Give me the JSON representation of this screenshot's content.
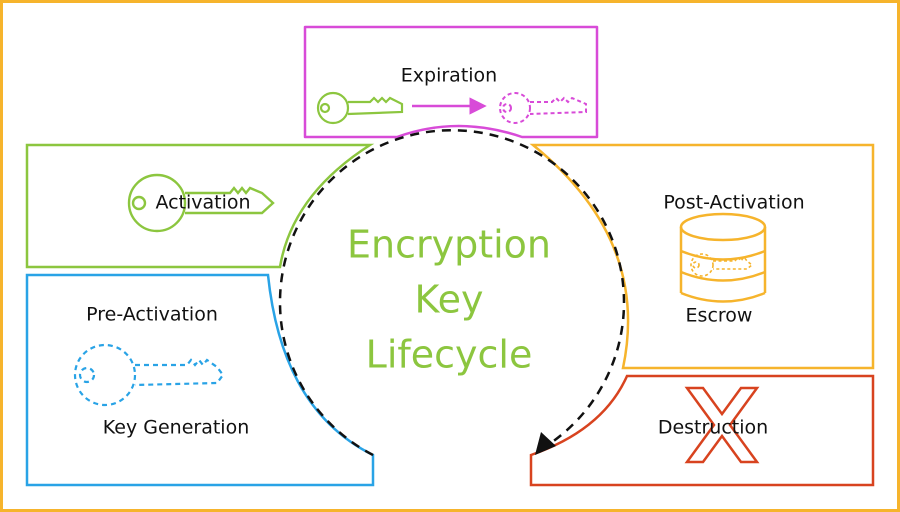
{
  "title_lines": [
    "Encryption",
    "Key",
    "Lifecycle"
  ],
  "stages": {
    "expiration": "Expiration",
    "activation": "Activation",
    "post_activation": "Post-Activation",
    "escrow": "Escrow",
    "pre_activation": "Pre-Activation",
    "key_generation": "Key Generation",
    "destruction": "Destruction"
  },
  "colors": {
    "frame": "#f6b42c",
    "expiration": "#d84bd8",
    "activation": "#8cc63f",
    "post_activation": "#f6b42c",
    "pre_activation": "#29a3e6",
    "destruction": "#d8431f",
    "title": "#8cc63f",
    "cycle": "#111111"
  },
  "icons": {
    "expiration": [
      "key-icon",
      "arrow-right-icon",
      "dashed-key-icon"
    ],
    "activation": "key-icon",
    "escrow": "database-key-icon",
    "key_generation": "dashed-key-icon",
    "destruction": "x-cross-icon"
  }
}
